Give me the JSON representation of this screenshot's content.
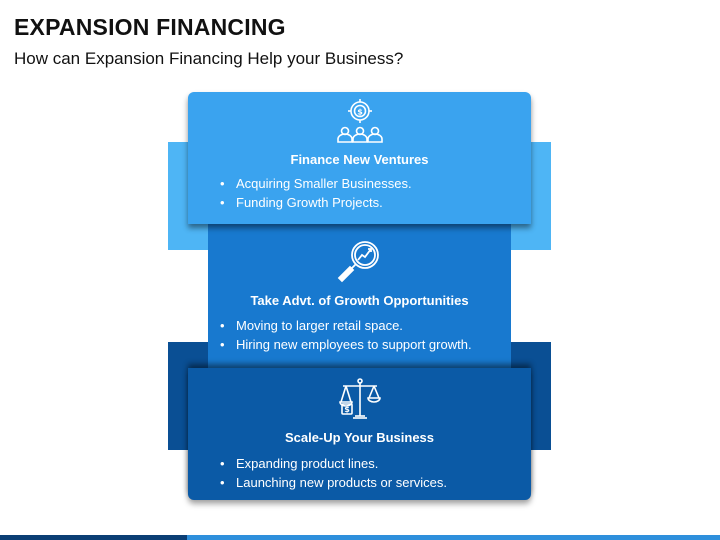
{
  "header": {
    "title": "EXPANSION FINANCING",
    "subtitle": "How can Expansion Financing Help your Business?"
  },
  "colors": {
    "light_blue": "#3aa3ef",
    "band_light": "#4eb5f5",
    "mid_blue": "#1879cf",
    "dark_blue": "#0b5aa6",
    "band_dark": "#0a4f94",
    "footer_light": "#2e8fdc",
    "footer_dark": "#0b3e74"
  },
  "cards": [
    {
      "icon": "target-dollar-people-icon",
      "title": "Finance New Ventures",
      "bullets": [
        "Acquiring Smaller Businesses.",
        "Funding Growth Projects."
      ]
    },
    {
      "icon": "magnifier-growth-chart-icon",
      "title": "Take Advt. of Growth Opportunities",
      "bullets": [
        "Moving to larger retail space.",
        "Hiring new employees to support growth."
      ]
    },
    {
      "icon": "balance-scale-dollar-icon",
      "title": "Scale-Up Your Business",
      "bullets": [
        "Expanding product lines.",
        "Launching new products or services."
      ]
    }
  ]
}
